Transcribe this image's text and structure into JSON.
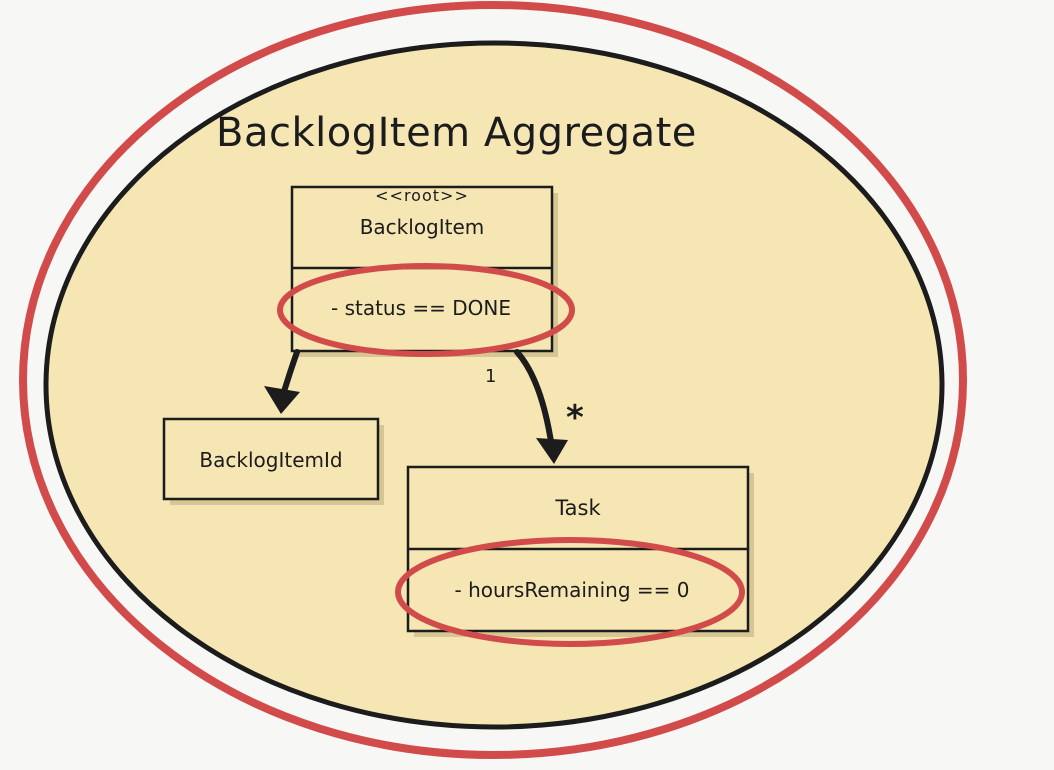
{
  "title": "BacklogItem Aggregate",
  "root_entity": {
    "stereotype": "<<root>>",
    "name": "BacklogItem",
    "attribute": "- status == DONE"
  },
  "id_value_object": {
    "name": "BacklogItemId"
  },
  "task_entity": {
    "name": "Task",
    "attribute": "- hoursRemaining == 0"
  },
  "multiplicity": {
    "source": "1",
    "target": "*"
  },
  "colors": {
    "aggregate_fill": "#f5e6b4",
    "highlight_red": "#d24b4b",
    "outline": "#1c1c1c",
    "box_shadow": "#c9b887"
  }
}
